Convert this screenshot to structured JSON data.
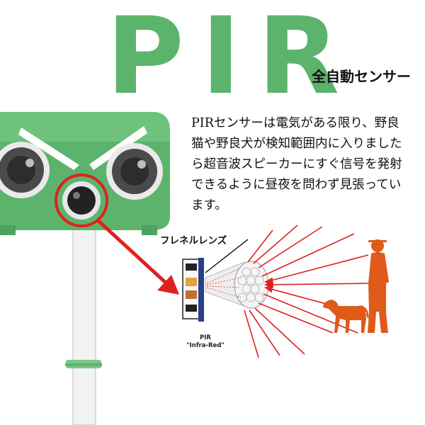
{
  "header": {
    "title": "PIR",
    "subtitle": "全自動センサー"
  },
  "description": {
    "lines": [
      "PIRセンサーは電気がある限り、野良",
      "猫や野良犬が検知範囲内に入りました",
      "ら超音波スピーカーにすぐ信号を発射",
      "できるように昼夜を問わず見張ってい",
      "ます。"
    ]
  },
  "diagram": {
    "lens_label": "フレネルレンズ",
    "pir_label_line1": "PIR",
    "pir_label_line2": "\"Infra-Red\""
  },
  "colors": {
    "device_green": "#5cb36c",
    "arrow_red": "#e02020",
    "figure_orange": "#e05a1a",
    "pole_white": "#f2f2f2"
  }
}
